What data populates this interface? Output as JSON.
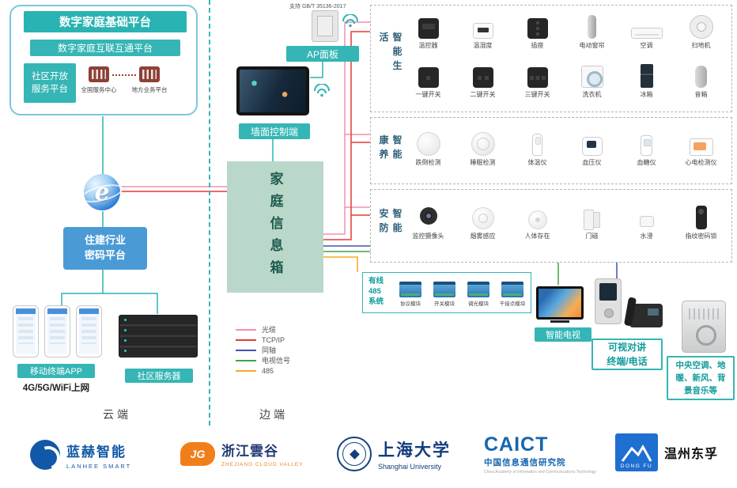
{
  "cloud": {
    "base_platform": "数字家庭基础平台",
    "interconnect_platform": "数字家庭互联互通平台",
    "community_open_line1": "社区开放",
    "community_open_line2": "服务平台",
    "national_service_center": "全国服务中心",
    "local_business_platform": "地方业务平台",
    "password_platform_line1": "住建行业",
    "password_platform_line2": "密码平台",
    "mobile_app_label": "移动终端APP",
    "mobile_network_label": "4G/5G/WiFi上网",
    "community_server_label": "社区服务器",
    "zone_label": "云端"
  },
  "edge": {
    "ap_standard": "支持 GB/T 35136-2017",
    "ap_panel_label": "AP面板",
    "wall_control_label": "墙面控制端",
    "home_info_box_label": "家庭信息箱",
    "zone_label": "边端"
  },
  "legend": {
    "items": [
      {
        "label": "光缆",
        "color": "#f48fb1"
      },
      {
        "label": "TCP/IP",
        "color": "#e53935"
      },
      {
        "label": "同轴",
        "color": "#3f51b5"
      },
      {
        "label": "电视信号",
        "color": "#43a047"
      },
      {
        "label": "485",
        "color": "#f9a825"
      }
    ]
  },
  "panels": {
    "smart_life": {
      "title": "智能生活",
      "row1": [
        "温控器",
        "温湿度",
        "插座",
        "电动窗帘",
        "空调",
        "扫地机"
      ],
      "row2": [
        "一键开关",
        "二键开关",
        "三键开关",
        "洗衣机",
        "冰箱",
        "音箱"
      ]
    },
    "smart_health": {
      "title": "智能康养",
      "devices": [
        "跌倒检测",
        "睡眠检测",
        "体温仪",
        "血压仪",
        "血糖仪",
        "心电检测仪"
      ]
    },
    "smart_security": {
      "title": "智能安防",
      "devices": [
        "监控摄像头",
        "烟雾感应",
        "人体存在",
        "门磁",
        "水浸",
        "指纹密码锁"
      ]
    }
  },
  "wired_485": {
    "title_line1": "有线",
    "title_line2": "485",
    "title_line3": "系统",
    "modules": [
      "协议模块",
      "开关模块",
      "调光模块",
      "干接点模块"
    ]
  },
  "right_devices": {
    "smart_tv_label": "智能电视",
    "intercom_line1": "可视对讲",
    "intercom_line2": "终端/电话",
    "central_line1": "中央空调、地",
    "central_line2": "暖、新风、背",
    "central_line3": "景音乐等"
  },
  "footer": {
    "lanhee_cn": "蓝赫智能",
    "lanhee_en": "LANHEE SMART",
    "cloudvalley_icon": "JG",
    "cloudvalley_cn": "浙江雲谷",
    "cloudvalley_en": "ZHEJIANG CLOUD VALLEY",
    "shu_cn": "上海大学",
    "shu_en": "Shanghai University",
    "caict": "CAICT",
    "caict_cn": "中国信息通信研究院",
    "caict_en": "China Academy of Information and Communications Technology",
    "dongfu_en": "DONG FU",
    "dongfu_cn": "温州东孚"
  },
  "colors": {
    "teal_accent": "#35b5b5",
    "home_box_green": "#b9d8c9",
    "password_blue": "#4a9bd5"
  }
}
